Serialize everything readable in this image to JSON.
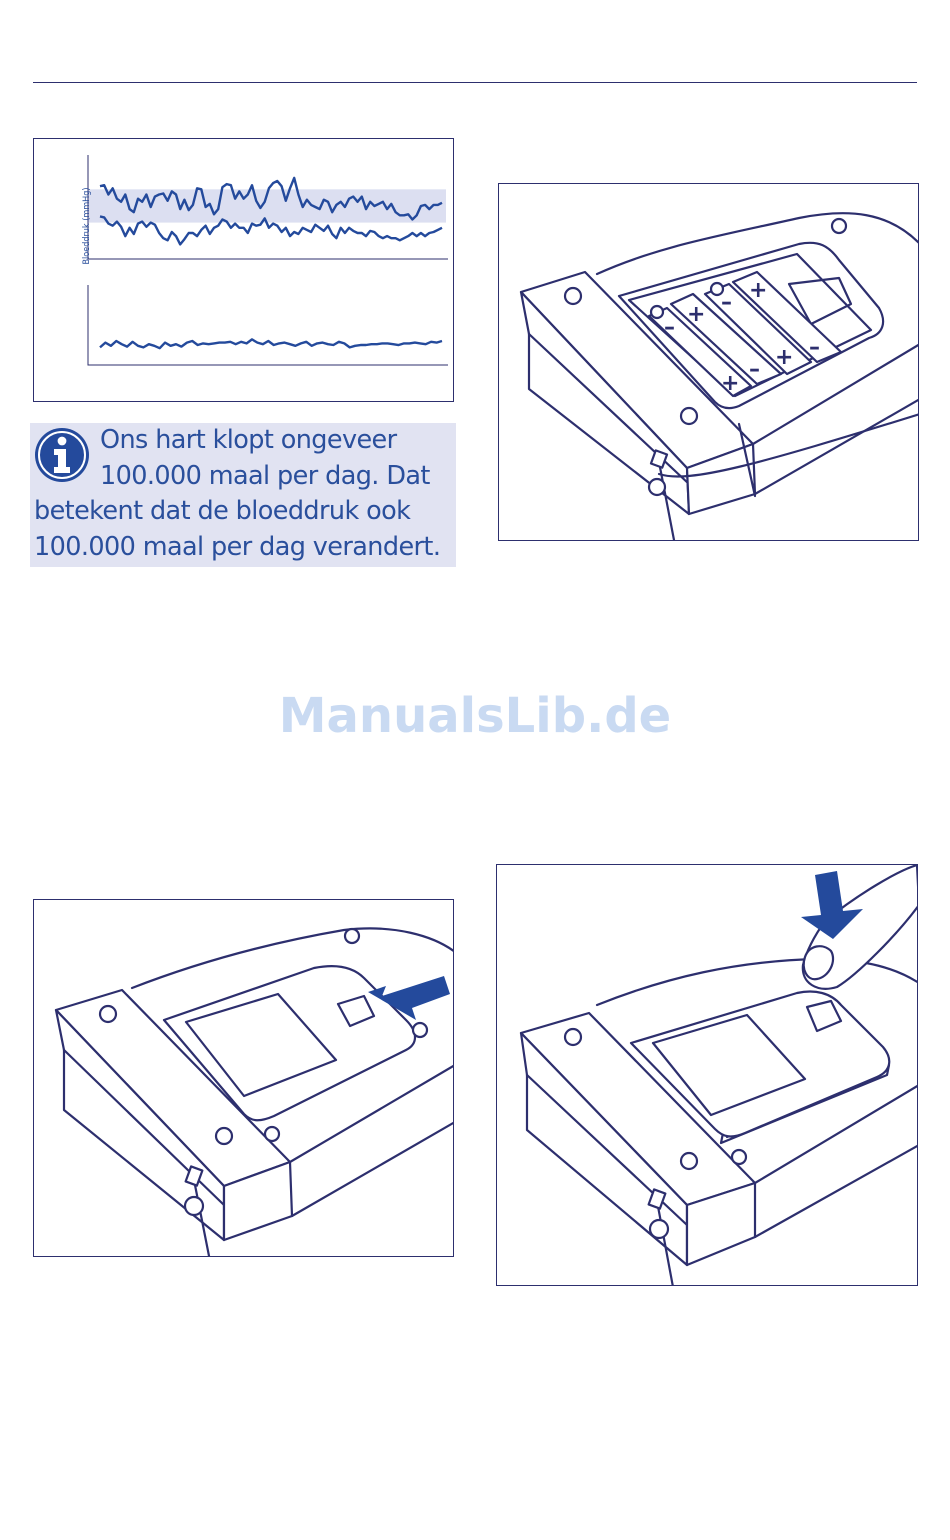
{
  "chart_data": {
    "type": "line",
    "ylabel": "Bloeddruk (mmHg)",
    "band": [
      0.35,
      0.67
    ],
    "panels": [
      {
        "name": "",
        "series": [
          {
            "name": "",
            "values": [
              0.7,
              0.71,
              0.62,
              0.68,
              0.58,
              0.55,
              0.62,
              0.48,
              0.45,
              0.58,
              0.55,
              0.62,
              0.5,
              0.6,
              0.62,
              0.63,
              0.56,
              0.65,
              0.62,
              0.48,
              0.57,
              0.47,
              0.52,
              0.68,
              0.67,
              0.5,
              0.53,
              0.43,
              0.48,
              0.69,
              0.72,
              0.71,
              0.58,
              0.65,
              0.58,
              0.62,
              0.71,
              0.56,
              0.49,
              0.55,
              0.68,
              0.73,
              0.75,
              0.7,
              0.56,
              0.68,
              0.78,
              0.62,
              0.5,
              0.57,
              0.52,
              0.5,
              0.48,
              0.57,
              0.55,
              0.45,
              0.52,
              0.55,
              0.5,
              0.58,
              0.6,
              0.55,
              0.6,
              0.48,
              0.55,
              0.51,
              0.53,
              0.55,
              0.48,
              0.53,
              0.45,
              0.42,
              0.42,
              0.43,
              0.38,
              0.42,
              0.51,
              0.52,
              0.48,
              0.52,
              0.52,
              0.54
            ]
          },
          {
            "name": "",
            "values": [
              0.41,
              0.4,
              0.34,
              0.32,
              0.36,
              0.31,
              0.22,
              0.3,
              0.24,
              0.34,
              0.36,
              0.31,
              0.35,
              0.33,
              0.25,
              0.2,
              0.18,
              0.26,
              0.22,
              0.14,
              0.19,
              0.25,
              0.25,
              0.22,
              0.28,
              0.32,
              0.24,
              0.3,
              0.32,
              0.38,
              0.36,
              0.3,
              0.34,
              0.3,
              0.3,
              0.25,
              0.34,
              0.32,
              0.33,
              0.39,
              0.3,
              0.34,
              0.32,
              0.26,
              0.3,
              0.22,
              0.26,
              0.24,
              0.3,
              0.28,
              0.26,
              0.33,
              0.3,
              0.27,
              0.32,
              0.24,
              0.2,
              0.3,
              0.25,
              0.3,
              0.27,
              0.25,
              0.25,
              0.22,
              0.27,
              0.26,
              0.22,
              0.2,
              0.22,
              0.2,
              0.2,
              0.18,
              0.2,
              0.22,
              0.25,
              0.22,
              0.25,
              0.22,
              0.25,
              0.26,
              0.28,
              0.3
            ]
          }
        ]
      },
      {
        "name": "",
        "series": [
          {
            "name": "",
            "values": [
              0.22,
              0.28,
              0.24,
              0.3,
              0.26,
              0.23,
              0.29,
              0.24,
              0.22,
              0.26,
              0.24,
              0.21,
              0.28,
              0.24,
              0.26,
              0.23,
              0.28,
              0.3,
              0.25,
              0.27,
              0.26,
              0.27,
              0.28,
              0.28,
              0.29,
              0.26,
              0.29,
              0.27,
              0.32,
              0.28,
              0.26,
              0.3,
              0.25,
              0.27,
              0.28,
              0.26,
              0.24,
              0.27,
              0.29,
              0.24,
              0.27,
              0.28,
              0.26,
              0.25,
              0.29,
              0.27,
              0.22,
              0.24,
              0.25,
              0.25,
              0.26,
              0.26,
              0.27,
              0.27,
              0.26,
              0.25,
              0.27,
              0.27,
              0.28,
              0.27,
              0.26,
              0.29,
              0.28,
              0.3
            ]
          }
        ]
      }
    ]
  },
  "info": {
    "text": "Ons hart klopt ongeveer 100.000 maal per dag. Dat betekent dat de bloeddruk ook 100.000 maal per dag verandert."
  },
  "watermark": "ManualsLib.de",
  "figures": {
    "battery": {
      "signs": [
        "–",
        "+",
        "–",
        "+",
        "+",
        "–",
        "+",
        "–"
      ]
    }
  }
}
